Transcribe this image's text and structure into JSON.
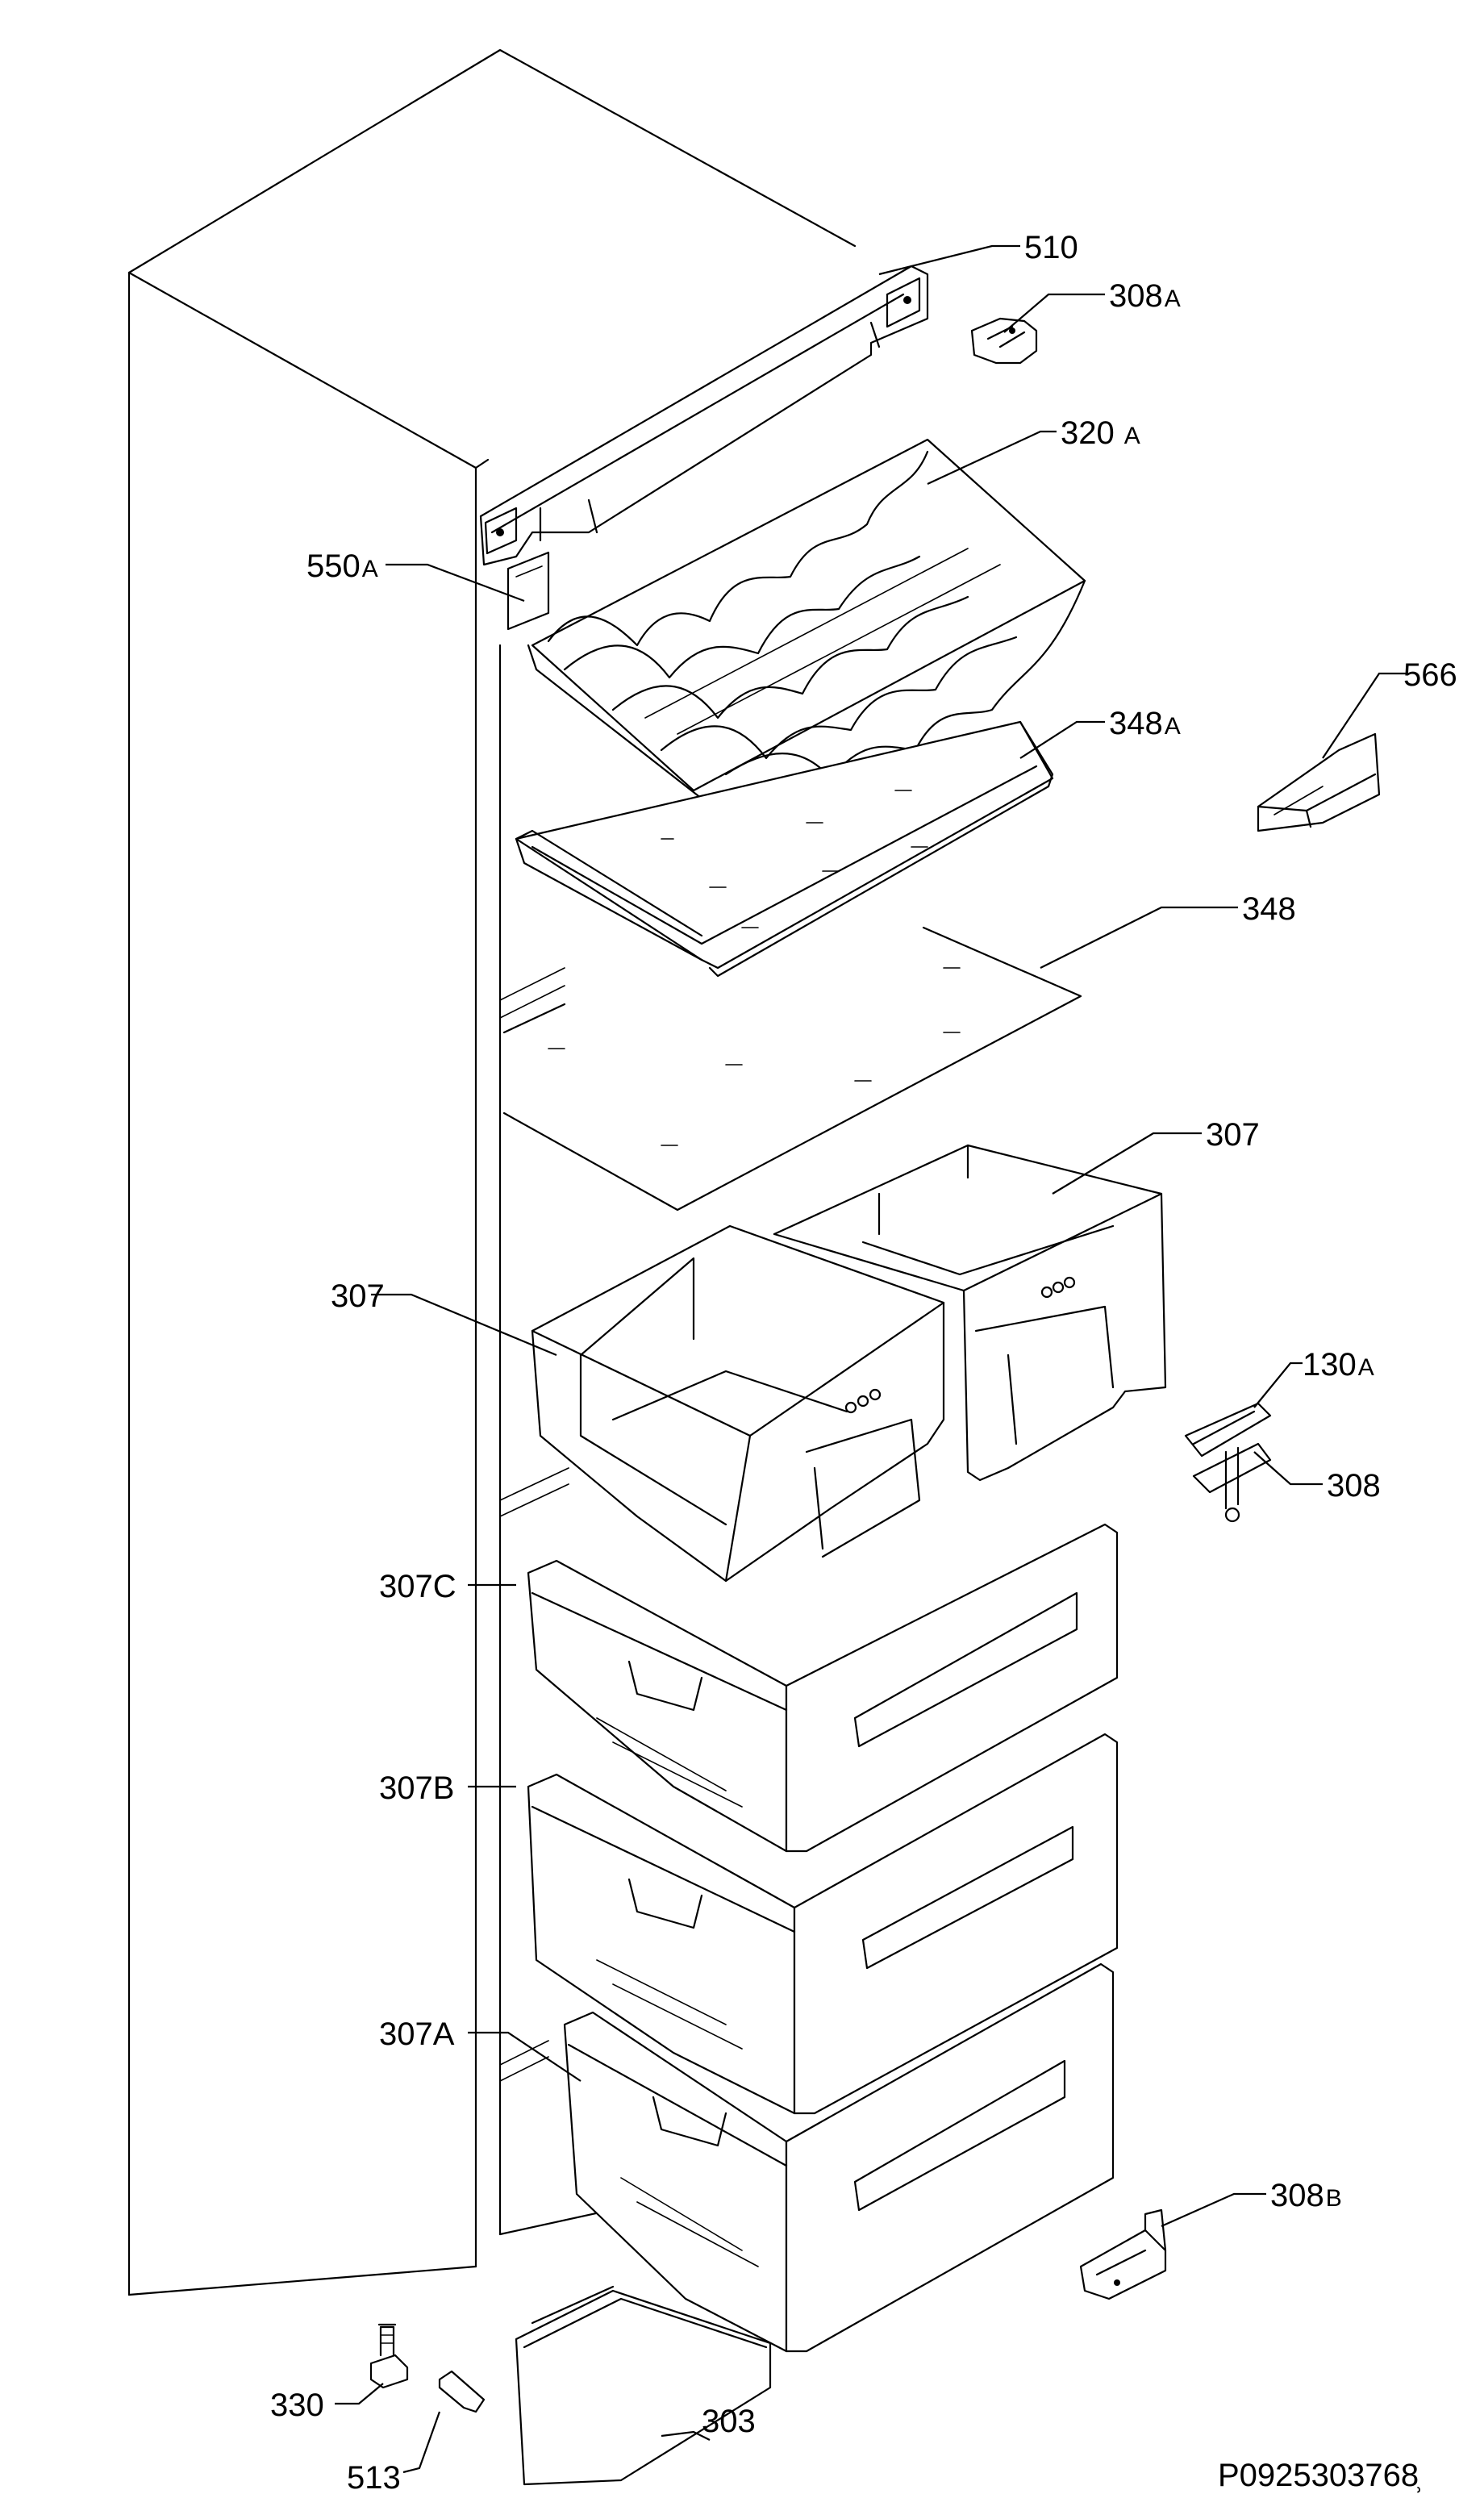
{
  "labels": {
    "p510": "510",
    "p308A": "308",
    "p308A_suffix": "A",
    "p320A": "320",
    "p320A_suffix": "A",
    "p550A": "550",
    "p550A_suffix": "A",
    "p566": "566",
    "p348A": "348",
    "p348A_suffix": "A",
    "p348": "348",
    "p307_right": "307",
    "p307_left": "307",
    "p130A": "130",
    "p130A_suffix": "A",
    "p308": "308",
    "p307C": "307C",
    "p307B": "307B",
    "p307A": "307A",
    "p308B": "308",
    "p308B_suffix": "B",
    "p330": "330",
    "p513": "513",
    "p303": "303"
  },
  "drawing_code": "P0925303768̹"
}
